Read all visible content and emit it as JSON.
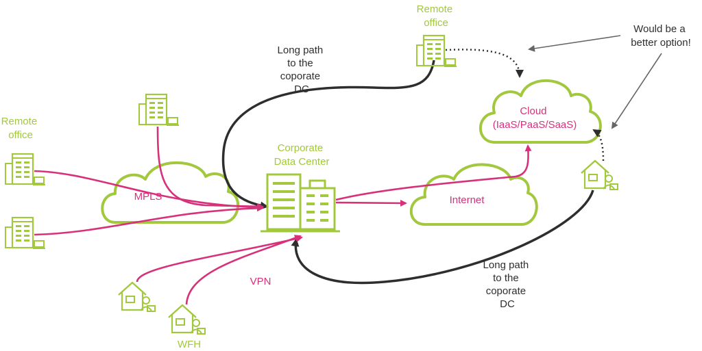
{
  "colors": {
    "green": "#a2c83e",
    "magenta": "#d6317a",
    "dark": "#2e2e2e",
    "gray": "#666666"
  },
  "labels": {
    "remote_office_left": [
      "Remote",
      "office"
    ],
    "remote_office_top": [
      "Remote",
      "office"
    ],
    "long_path_top": [
      "Long path",
      "to the",
      "coporate",
      "DC"
    ],
    "long_path_bottom": [
      "Long path",
      "to the",
      "coporate",
      "DC"
    ],
    "better_option": [
      "Would be a",
      "better option!"
    ],
    "cloud": [
      "Cloud",
      "(IaaS/PaaS/SaaS)"
    ],
    "corporate_dc": [
      "Corporate",
      "Data Center"
    ],
    "mpls": "MPLS",
    "internet": "Internet",
    "vpn": "VPN",
    "wfh": "WFH"
  },
  "icons": {
    "building": "office-building-icon",
    "data_center": "data-center-building-icon",
    "home": "home-worker-icon",
    "cloud": "cloud-icon"
  }
}
